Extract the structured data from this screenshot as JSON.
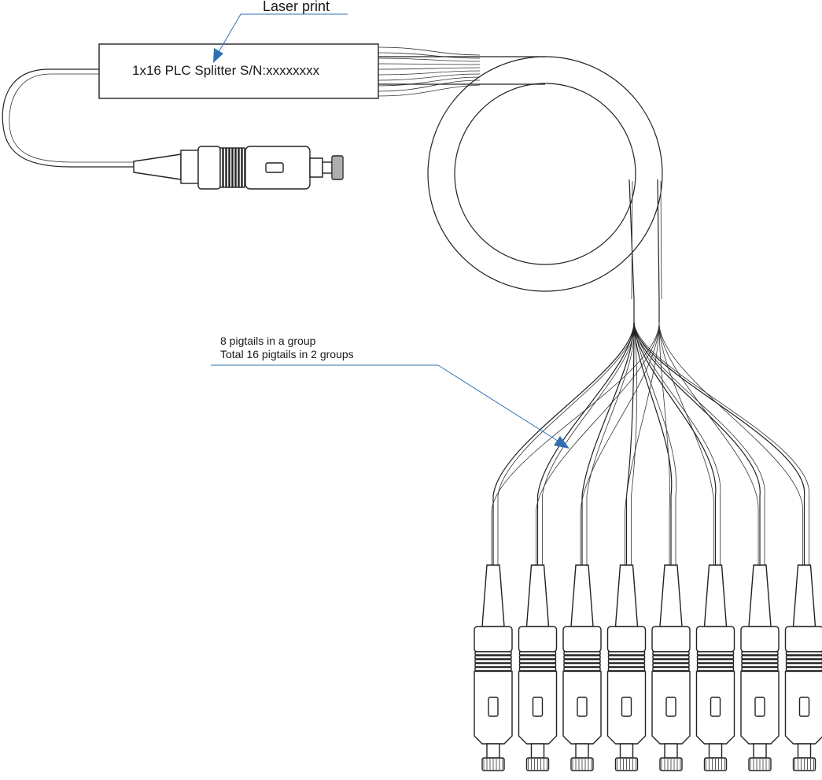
{
  "diagram": {
    "splitter_label": "1x16 PLC Splitter  S/N:xxxxxxxx",
    "laser_callout": "Laser print",
    "pigtail_note_line1": "8 pigtails in a group",
    "pigtail_note_line2": "Total 16 pigtails in 2 groups",
    "output_connector_count": 8,
    "colors": {
      "line": "#222222",
      "callout": "#2f6fb3"
    },
    "icons": {
      "input_connector": "sc-connector-icon",
      "output_connector": "sc-connector-icon"
    }
  }
}
